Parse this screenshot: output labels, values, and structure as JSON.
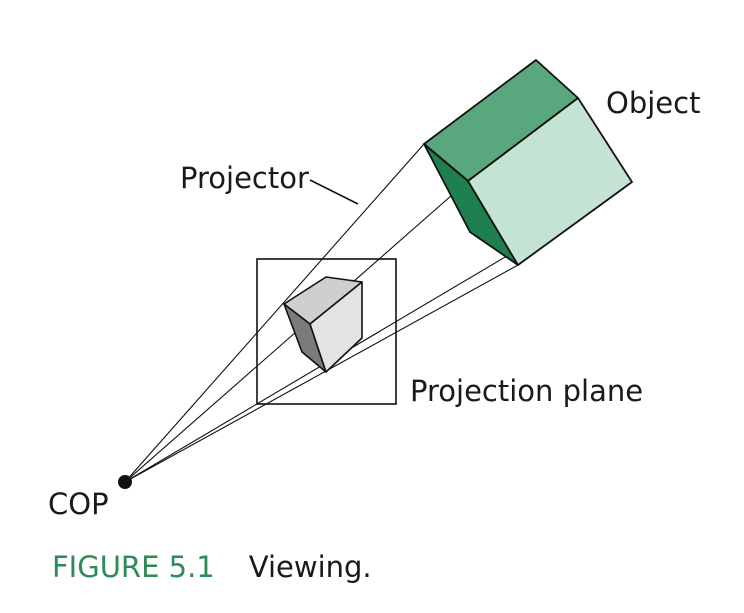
{
  "labels": {
    "object": "Object",
    "projector": "Projector",
    "projection_plane": "Projection plane",
    "cop": "COP"
  },
  "caption": {
    "label": "FIGURE 5.1",
    "text": "Viewing."
  },
  "colors": {
    "object_top": "#59a87d",
    "object_left": "#1e7f4f",
    "object_front": "#c5e3d2",
    "image_top": "#cfcfcf",
    "image_left": "#7b7b7b",
    "image_front": "#e3e3e3",
    "line": "#111111",
    "caption_label": "#2e8b57"
  }
}
